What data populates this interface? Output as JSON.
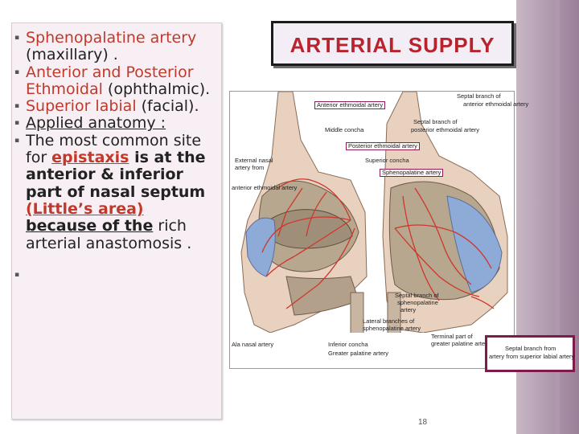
{
  "slide": {
    "title": "ARTERIAL SUPPLY",
    "page_number": "18",
    "bullet_marker": "▪"
  },
  "bullets": [
    {
      "parts": [
        "Sphenopalatine",
        "artery",
        " (maxillary) ."
      ]
    },
    {
      "parts": [
        "Anterior and Posterior Ethmoidal",
        " (ophthalmic)."
      ]
    },
    {
      "parts": [
        "Superior labial",
        " (facial)."
      ]
    },
    {
      "parts": [
        "Applied anatomy :"
      ]
    },
    {
      "parts": [
        "The most common site for ",
        "epistaxis",
        " is at the anterior & inferior part of nasal septum ",
        "(Little’s area)",
        " because of the",
        " rich arterial anastomosis ."
      ]
    }
  ],
  "figure_labels": {
    "anterior_ethmoidal": "Anterior ethmoidal artery",
    "septal_branch_anterior_1": "Septal branch of",
    "septal_branch_anterior_2": "anterior ethmoidal artery",
    "middle_concha": "Middle concha",
    "septal_branch_posterior_1": "Septal branch of",
    "septal_branch_posterior_2": "posterior ethmoidal artery",
    "posterior_ethmoidal": "Posterior ethmoidal artery",
    "superior_concha": "Superior concha",
    "external_nasal_1": "External nasal",
    "external_nasal_2": "artery from",
    "external_nasal_3": "anterior ethmoidal artery",
    "sphenopalatine": "Sphenopalatine artery",
    "septal_spheno_1": "Septal branch of",
    "septal_spheno_2": "sphenopalatine",
    "septal_spheno_3": "artery",
    "lateral_branches_1": "Lateral branches of",
    "lateral_branches_2": "sphenopalatine artery",
    "terminal_part_1": "Terminal part of",
    "terminal_part_2": "greater palatine artery",
    "ala_nasal": "Ala nasal artery",
    "inferior_concha": "Inferior concha",
    "greater_palatine": "Greater palatine artery",
    "septal_superior_labial_1": "Septal branch from",
    "septal_superior_labial_2": "artery from superior labial artery"
  },
  "colors": {
    "title_red": "#b8232d",
    "keyword_red": "#c0392b",
    "panel_bg": "#f7eff3",
    "artery": "#d0362c",
    "accent_purple": "#7d1b4a"
  }
}
